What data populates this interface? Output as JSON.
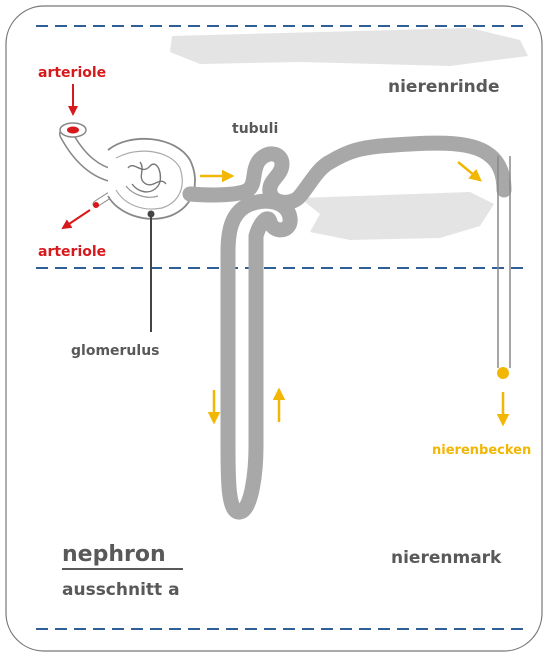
{
  "labels": {
    "arteriole_in": "arteriole",
    "arteriole_out": "arteriole",
    "tubuli": "tubuli",
    "nierenrinde": "nierenrinde",
    "glomerulus": "glomerulus",
    "nierenbecken": "nierenbecken",
    "title": "nephron",
    "subtitle": "ausschnitt a",
    "nierenmark": "nierenmark"
  },
  "colors": {
    "tubule": "#a8a8a8",
    "arteriole": "#d7191c",
    "flow_arrow": "#f2b705",
    "boundary_dash": "#2e5f96",
    "text": "#595959",
    "frame": "#777777"
  }
}
